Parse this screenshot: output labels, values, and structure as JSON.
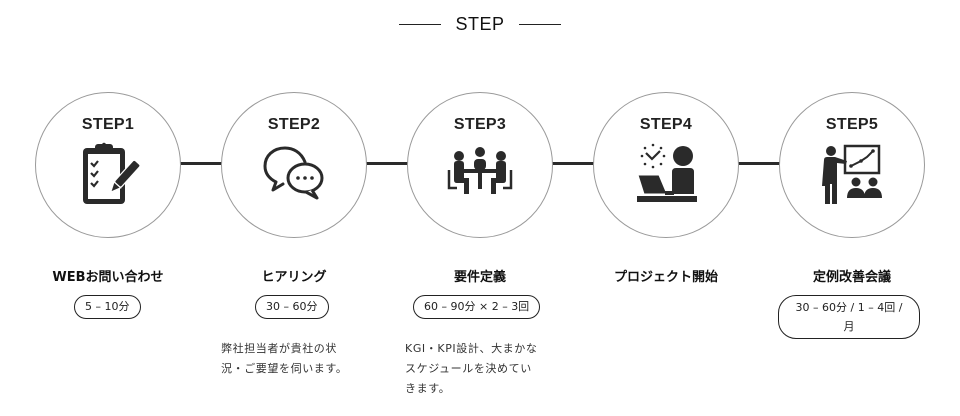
{
  "header": {
    "title": "STEP"
  },
  "steps": [
    {
      "number": "STEP1",
      "icon": "clipboard-checklist-pen-icon",
      "title": "WEBお問い合わせ",
      "duration": "5 – 10分",
      "description": null
    },
    {
      "number": "STEP2",
      "icon": "speech-bubbles-icon",
      "title": "ヒアリング",
      "duration": "30 – 60分",
      "description": [
        "弊社担当者が貴社の状",
        "況・ご要望を伺います。"
      ]
    },
    {
      "number": "STEP3",
      "icon": "meeting-table-icon",
      "title": "要件定義",
      "duration": "60 – 90分 × 2 – 3回",
      "description": [
        "KGI・KPI設計、大まかな",
        "スケジュールを決めてい",
        "きます。"
      ]
    },
    {
      "number": "STEP4",
      "icon": "person-laptop-clock-icon",
      "title": "プロジェクト開始",
      "duration": null,
      "description": null
    },
    {
      "number": "STEP5",
      "icon": "presentation-chart-icon",
      "title": "定例改善会議",
      "duration": "30 – 60分 / 1 – 4回 / 月",
      "description": null
    }
  ],
  "colors": {
    "ink": "#222222",
    "circle_border": "#9a9a9a",
    "background": "#ffffff"
  }
}
